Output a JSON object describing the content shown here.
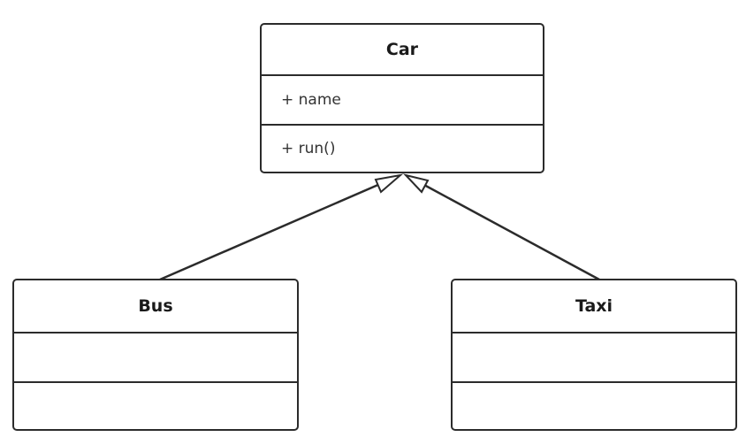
{
  "classes": {
    "car": {
      "name": "Car",
      "attributes": "+ name",
      "operations": "+ run()"
    },
    "bus": {
      "name": "Bus",
      "attributes": "",
      "operations": ""
    },
    "taxi": {
      "name": "Taxi",
      "attributes": "",
      "operations": ""
    }
  },
  "relations": [
    {
      "type": "generalization",
      "from": "Bus",
      "to": "Car"
    },
    {
      "type": "generalization",
      "from": "Taxi",
      "to": "Car"
    }
  ],
  "colors": {
    "stroke": "#2b2b2b",
    "background": "#ffffff"
  }
}
